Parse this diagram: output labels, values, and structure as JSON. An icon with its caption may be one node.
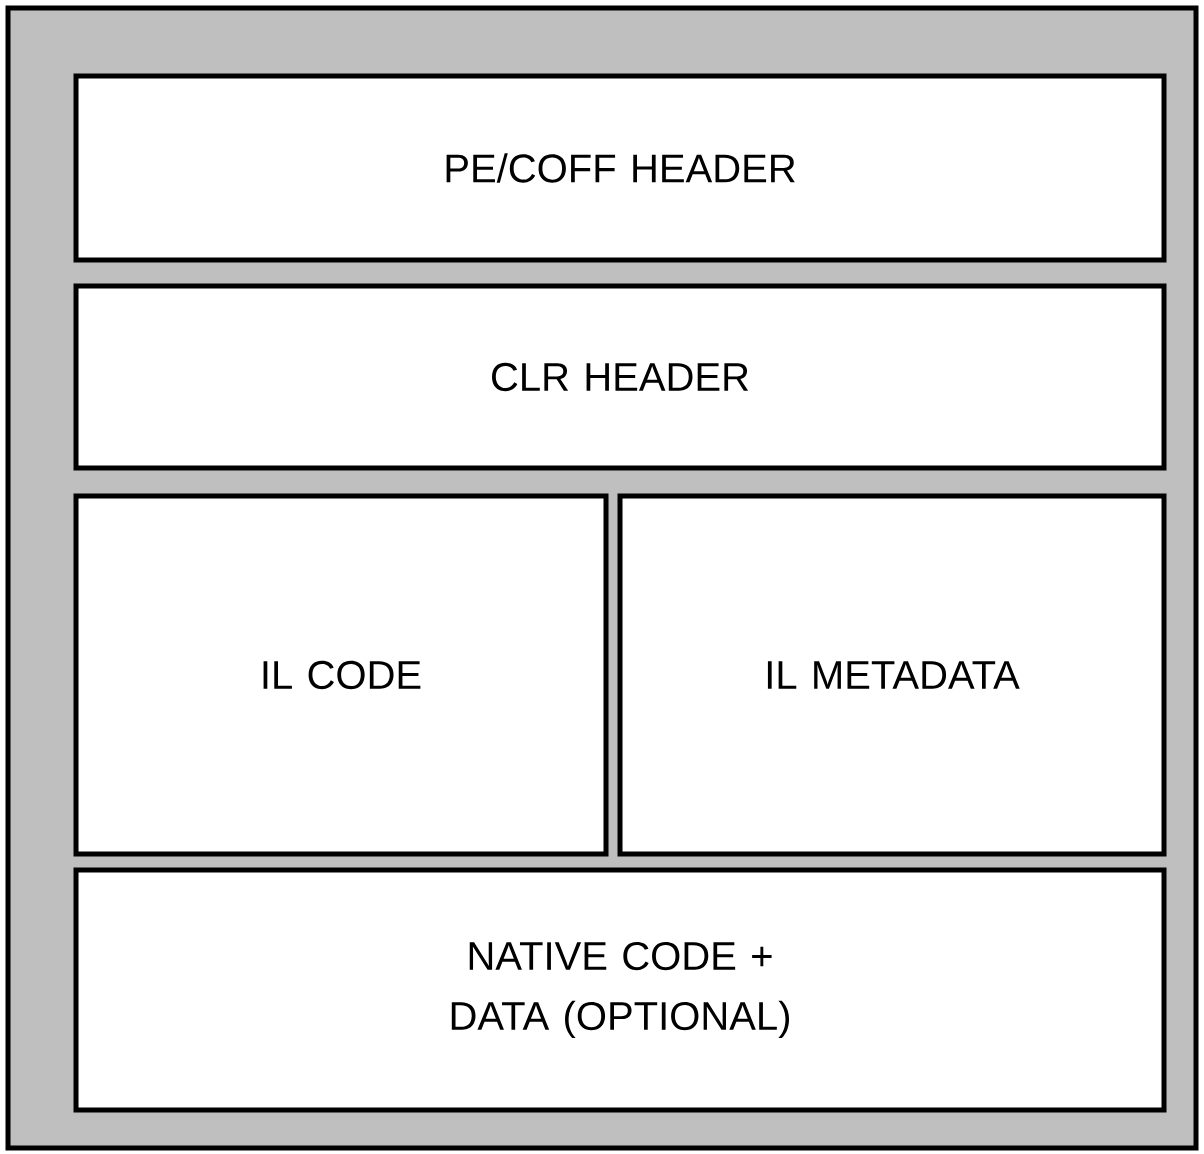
{
  "diagram": {
    "nodes": [
      {
        "text": [],
        "shape": "box"
      },
      {
        "text": [
          "PE/COFF HEADER"
        ],
        "in": 0
      },
      {
        "text": [
          "CLR HEADER"
        ],
        "in": 0
      },
      {
        "text": [
          "IL CODE"
        ],
        "in": 0
      },
      {
        "text": [
          "IL METADATA"
        ],
        "in": 0
      },
      {
        "text": [
          "NATIVE CODE + DATA (OPTIONAL)"
        ],
        "in": 0
      }
    ]
  }
}
